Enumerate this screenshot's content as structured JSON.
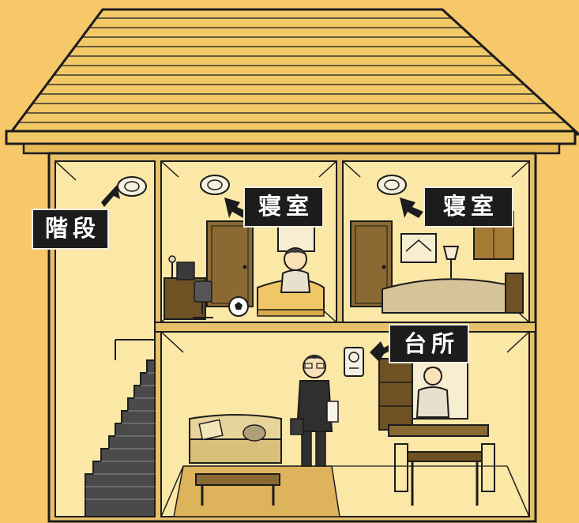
{
  "labels": {
    "stairs": "階段",
    "bedroom_1": "寝室",
    "bedroom_2": "寝室",
    "kitchen": "台所"
  },
  "colors": {
    "background": "#f6c86a",
    "wall": "#fbe49e",
    "roof": "#f3c967",
    "outline": "#1c1c1c",
    "label_bg": "#1c1c1c",
    "label_text": "#ffffff"
  },
  "icons": [
    "smoke-detector-icon",
    "pointer-arrow-icon",
    "wall-alarm-icon"
  ]
}
